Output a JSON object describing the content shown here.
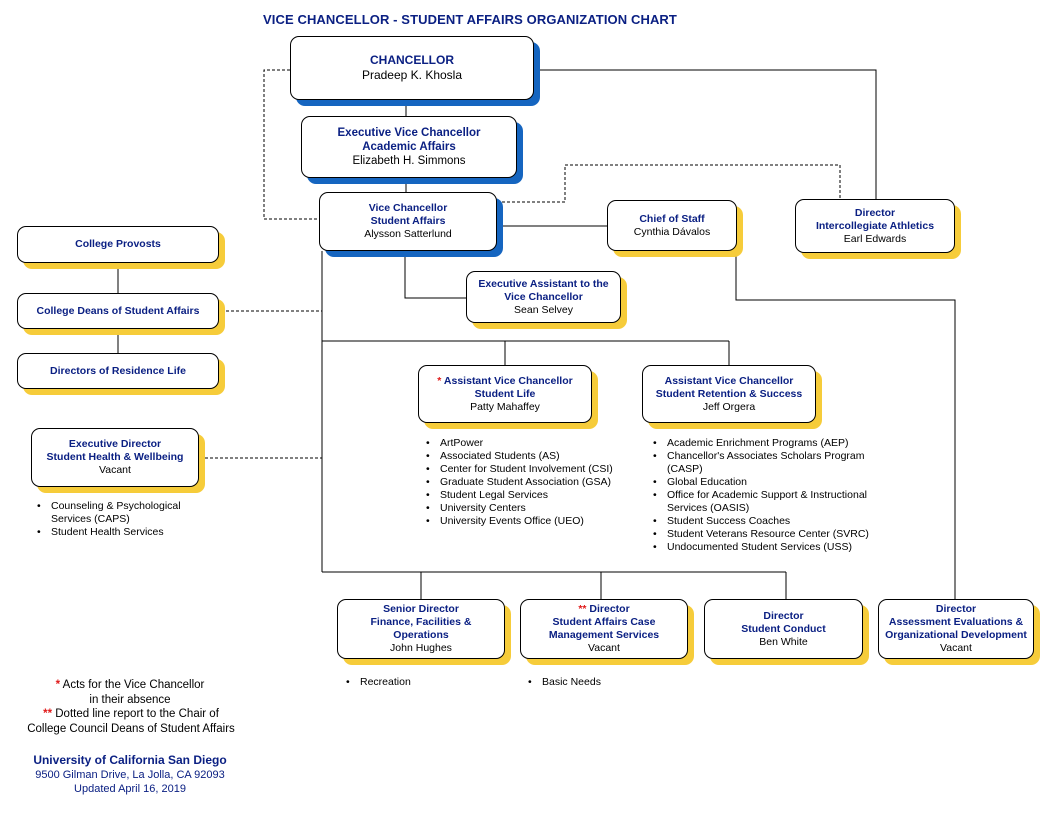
{
  "title": "VICE CHANCELLOR - STUDENT AFFAIRS ORGANIZATION CHART",
  "colors": {
    "navy": "#0b2083",
    "yellow_shadow": "#f6cc3a",
    "blue_shadow": "#1565c0",
    "asterisk": "#e01a1a"
  },
  "boxes": {
    "chancellor": {
      "title": "CHANCELLOR",
      "name": "Pradeep K. Khosla"
    },
    "evc": {
      "title1": "Executive Vice Chancellor",
      "title2": "Academic Affairs",
      "name": "Elizabeth H. Simmons"
    },
    "vc": {
      "title1": "Vice Chancellor",
      "title2": "Student Affairs",
      "name": "Alysson Satterlund"
    },
    "chief_of_staff": {
      "title": "Chief of Staff",
      "name": "Cynthia Dávalos"
    },
    "athletics": {
      "title1": "Director",
      "title2": "Intercollegiate Athletics",
      "name": "Earl Edwards"
    },
    "college_provosts": {
      "title": "College Provosts"
    },
    "college_deans": {
      "title": "College Deans of Student Affairs"
    },
    "residence_life": {
      "title": "Directors of Residence Life"
    },
    "exec_assistant": {
      "title1": "Executive Assistant to the",
      "title2": "Vice Chancellor",
      "name": "Sean Selvey"
    },
    "avc_student_life": {
      "mark": "*",
      "title1": "Assistant Vice Chancellor",
      "title2": "Student Life",
      "name": "Patty Mahaffey"
    },
    "avc_retention": {
      "title1": "Assistant Vice Chancellor",
      "title2": "Student Retention & Success",
      "name": "Jeff Orgera"
    },
    "health": {
      "title1": "Executive Director",
      "title2": "Student Health & Wellbeing",
      "name": "Vacant"
    },
    "finance": {
      "title1": "Senior Director",
      "title2": "Finance, Facilities & Operations",
      "name": "John Hughes"
    },
    "case_mgmt": {
      "mark": "**",
      "title1": "Director",
      "title2": "Student Affairs Case",
      "title3": "Management Services",
      "name": "Vacant"
    },
    "conduct": {
      "title1": "Director",
      "title2": "Student Conduct",
      "name": "Ben White"
    },
    "assessment": {
      "title1": "Director",
      "title2": "Assessment Evaluations &",
      "title3": "Organizational Development",
      "name": "Vacant"
    }
  },
  "lists": {
    "student_life": [
      "ArtPower",
      "Associated Students (AS)",
      "Center for Student Involvement (CSI)",
      "Graduate Student Association (GSA)",
      "Student Legal Services",
      "University Centers",
      "University Events Office (UEO)"
    ],
    "retention": [
      "Academic Enrichment Programs (AEP)",
      "Chancellor's Associates Scholars Program (CASP)",
      "Global Education",
      "Office for Academic Support & Instructional Services (OASIS)",
      "Student Success Coaches",
      "Student Veterans Resource Center (SVRC)",
      "Undocumented Student Services (USS)"
    ],
    "health": [
      "Counseling & Psychological Services (CAPS)",
      "Student Health Services"
    ],
    "finance": [
      "Recreation"
    ],
    "case_mgmt": [
      "Basic Needs"
    ]
  },
  "footnotes": {
    "note1_mark": "*",
    "note1_line1": "Acts for the Vice Chancellor",
    "note1_line2": "in their absence",
    "note2_mark": "**",
    "note2_line1": "Dotted line report to the Chair of",
    "note2_line2": "College Council Deans of Student Affairs"
  },
  "university": {
    "name": "University of California San Diego",
    "address": "9500 Gilman Drive, La Jolla, CA 92093",
    "updated": "Updated April 16, 2019"
  }
}
